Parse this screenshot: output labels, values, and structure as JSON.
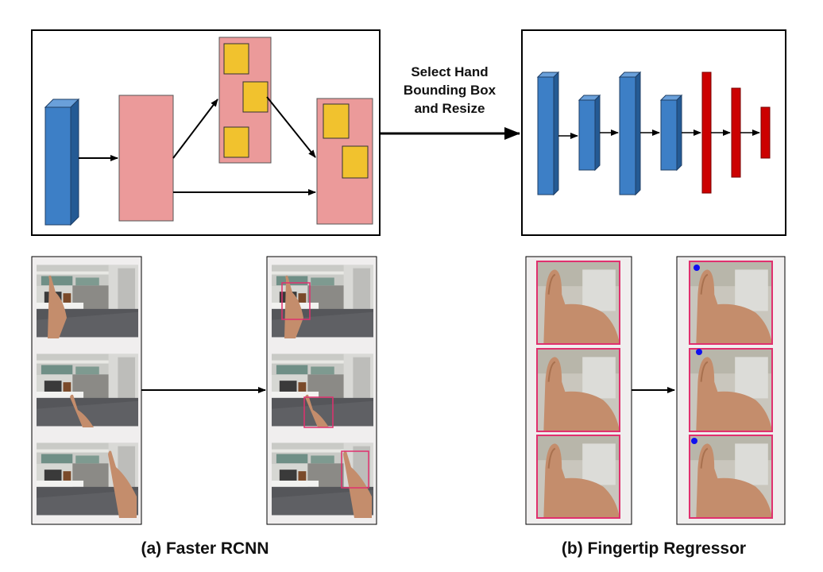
{
  "middle_label": {
    "lines": [
      "Select Hand",
      "Bounding Box",
      "and Resize"
    ]
  },
  "captions": {
    "left": "(a) Faster RCNN",
    "right": "(b) Fingertip Regressor"
  },
  "colors": {
    "blue_layer": "#3d7fc6",
    "blue_layer_dark": "#245a94",
    "pink_block": "#eb9a9a",
    "yellow_roi": "#f1c22e",
    "red_layer": "#cc0000",
    "hand_box": "#e0306e",
    "fingertip_marker": "#1010ee",
    "photo_panel": "#f0eeee"
  },
  "icons": {
    "scene_photo": "office-scene-hand-photo-icon",
    "hand_crop": "hand-crop-photo-icon"
  }
}
